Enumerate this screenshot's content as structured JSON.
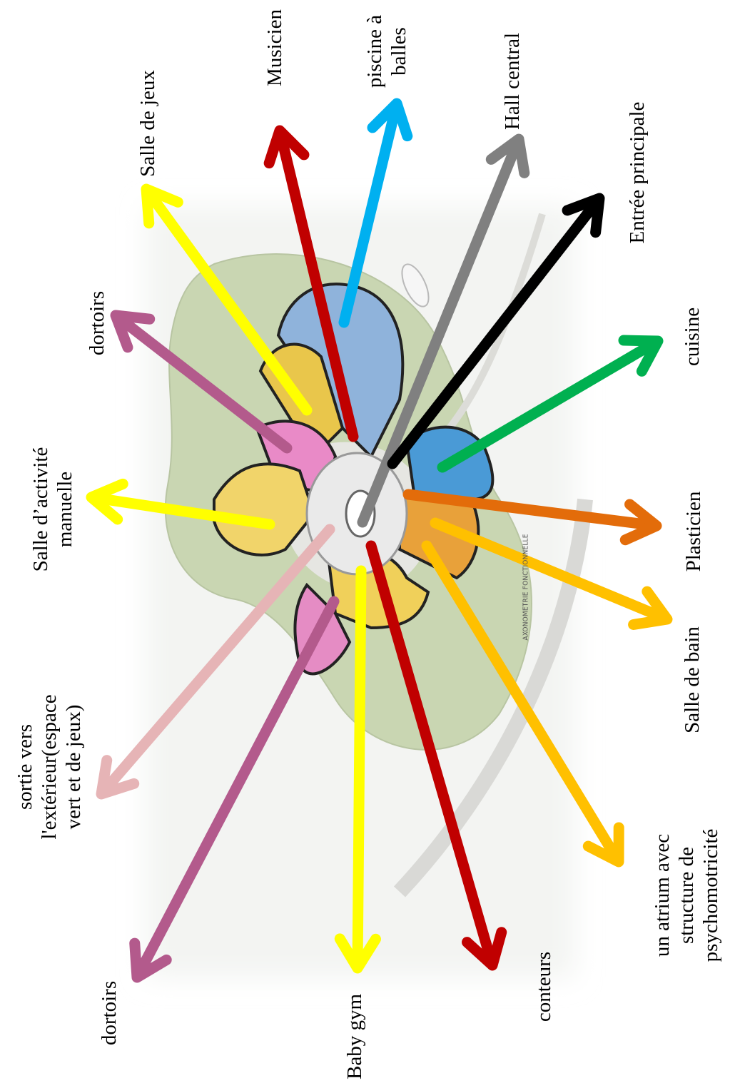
{
  "plan": {
    "caption": "AXONOMETRIE FONCTIONNELLE"
  },
  "colors": {
    "yellow": "#ffff00",
    "red": "#c00000",
    "blue": "#00b0f0",
    "gray": "#808080",
    "black": "#000000",
    "green": "#00b050",
    "orange": "#e36c0a",
    "amber": "#ffc000",
    "purple": "#b35a8c",
    "pink": "#e6b4b6"
  },
  "labels": [
    {
      "id": "salle-de-jeux",
      "lines": [
        "Salle de jeux"
      ],
      "color": "yellow",
      "icon": "arrow-icon"
    },
    {
      "id": "musicien",
      "lines": [
        "Musicien"
      ],
      "color": "red",
      "icon": "arrow-icon"
    },
    {
      "id": "piscine-a-balles",
      "lines": [
        "piscine à",
        "balles"
      ],
      "color": "blue",
      "icon": "arrow-icon"
    },
    {
      "id": "hall-central",
      "lines": [
        "Hall central"
      ],
      "color": "gray",
      "icon": "arrow-icon"
    },
    {
      "id": "entree-principale",
      "lines": [
        "Entrée principale"
      ],
      "color": "black",
      "icon": "arrow-icon"
    },
    {
      "id": "cuisine",
      "lines": [
        "cuisine"
      ],
      "color": "green",
      "icon": "arrow-icon"
    },
    {
      "id": "plasticien",
      "lines": [
        "Plasticien"
      ],
      "color": "orange",
      "icon": "arrow-icon"
    },
    {
      "id": "salle-de-bain",
      "lines": [
        "Salle de bain"
      ],
      "color": "amber",
      "icon": "arrow-icon"
    },
    {
      "id": "atrium",
      "lines": [
        "un atrium avec",
        "structure de",
        "psychomotricité"
      ],
      "color": "amber",
      "icon": "arrow-icon"
    },
    {
      "id": "conteurs",
      "lines": [
        "conteurs"
      ],
      "color": "red",
      "icon": "arrow-icon"
    },
    {
      "id": "baby-gym",
      "lines": [
        "Baby gym"
      ],
      "color": "yellow",
      "icon": "arrow-icon"
    },
    {
      "id": "dortoirs-bottom",
      "lines": [
        "dortoirs"
      ],
      "color": "purple",
      "icon": "arrow-icon"
    },
    {
      "id": "sortie",
      "lines": [
        "sortie vers",
        "l'extérieur(espace",
        "vert et de jeux)"
      ],
      "color": "pink",
      "icon": "arrow-icon"
    },
    {
      "id": "salle-activite",
      "lines": [
        "Salle d’activité",
        "manuelle"
      ],
      "color": "yellow",
      "icon": "arrow-icon"
    },
    {
      "id": "dortoirs-top",
      "lines": [
        "dortoirs"
      ],
      "color": "purple",
      "icon": "arrow-icon"
    }
  ]
}
